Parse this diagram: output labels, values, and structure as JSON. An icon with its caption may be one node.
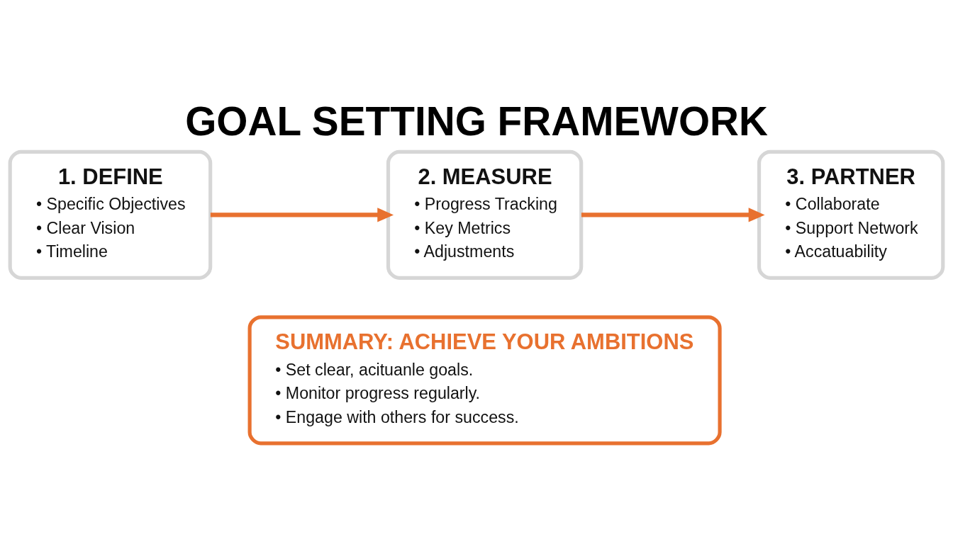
{
  "diagram": {
    "title": "GOAL SETTING FRAMEWORK",
    "nodes": [
      {
        "text": [
          "1. DEFINE",
          "• Specific Objectives",
          "• Clear Vision",
          "• Timeline"
        ]
      },
      {
        "text": [
          "2. MEASURE",
          "• Progress Tracking",
          "• Key Metrics",
          "• Adjustments"
        ]
      },
      {
        "text": [
          "3. PARTNER",
          "• Collaborate",
          "• Support Network",
          "• Accatuability"
        ]
      },
      {
        "text": [
          "SUMMARY: ACHIEVE YOUR AMBITIONS",
          "• Set clear, acituanle goals.",
          "• Monitor progress regularly.",
          "• Engage with others for success."
        ]
      }
    ],
    "edges": [
      {
        "from": 0,
        "to": 1,
        "arrow": "to"
      },
      {
        "from": 1,
        "to": 2,
        "arrow": "to"
      }
    ]
  }
}
